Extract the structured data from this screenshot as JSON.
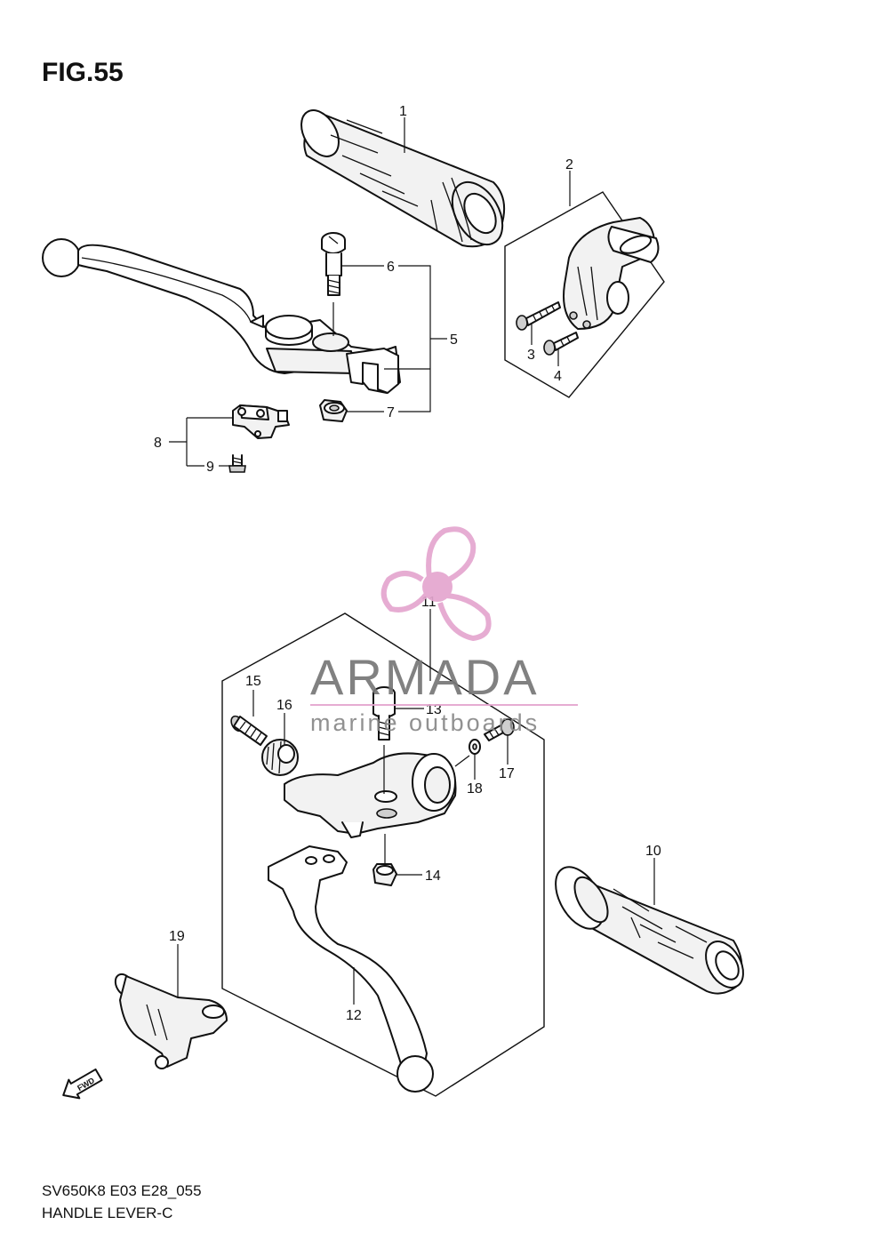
{
  "figure": {
    "title": "FIG.55",
    "model_code": "SV650K8 E03 E28_055",
    "caption": "HANDLE LEVER-C"
  },
  "callouts": [
    "1",
    "2",
    "3",
    "4",
    "5",
    "6",
    "7",
    "8",
    "9",
    "10",
    "11",
    "12",
    "13",
    "14",
    "15",
    "16",
    "17",
    "18",
    "19"
  ],
  "watermark": {
    "name": "ARMADA",
    "tagline": "marine outboards",
    "logo_icon": "propeller-icon",
    "logo_color": "#e4a6cf",
    "text_color": "#777777"
  },
  "direction_marker": {
    "label": "FWD",
    "icon": "forward-arrow-icon"
  }
}
